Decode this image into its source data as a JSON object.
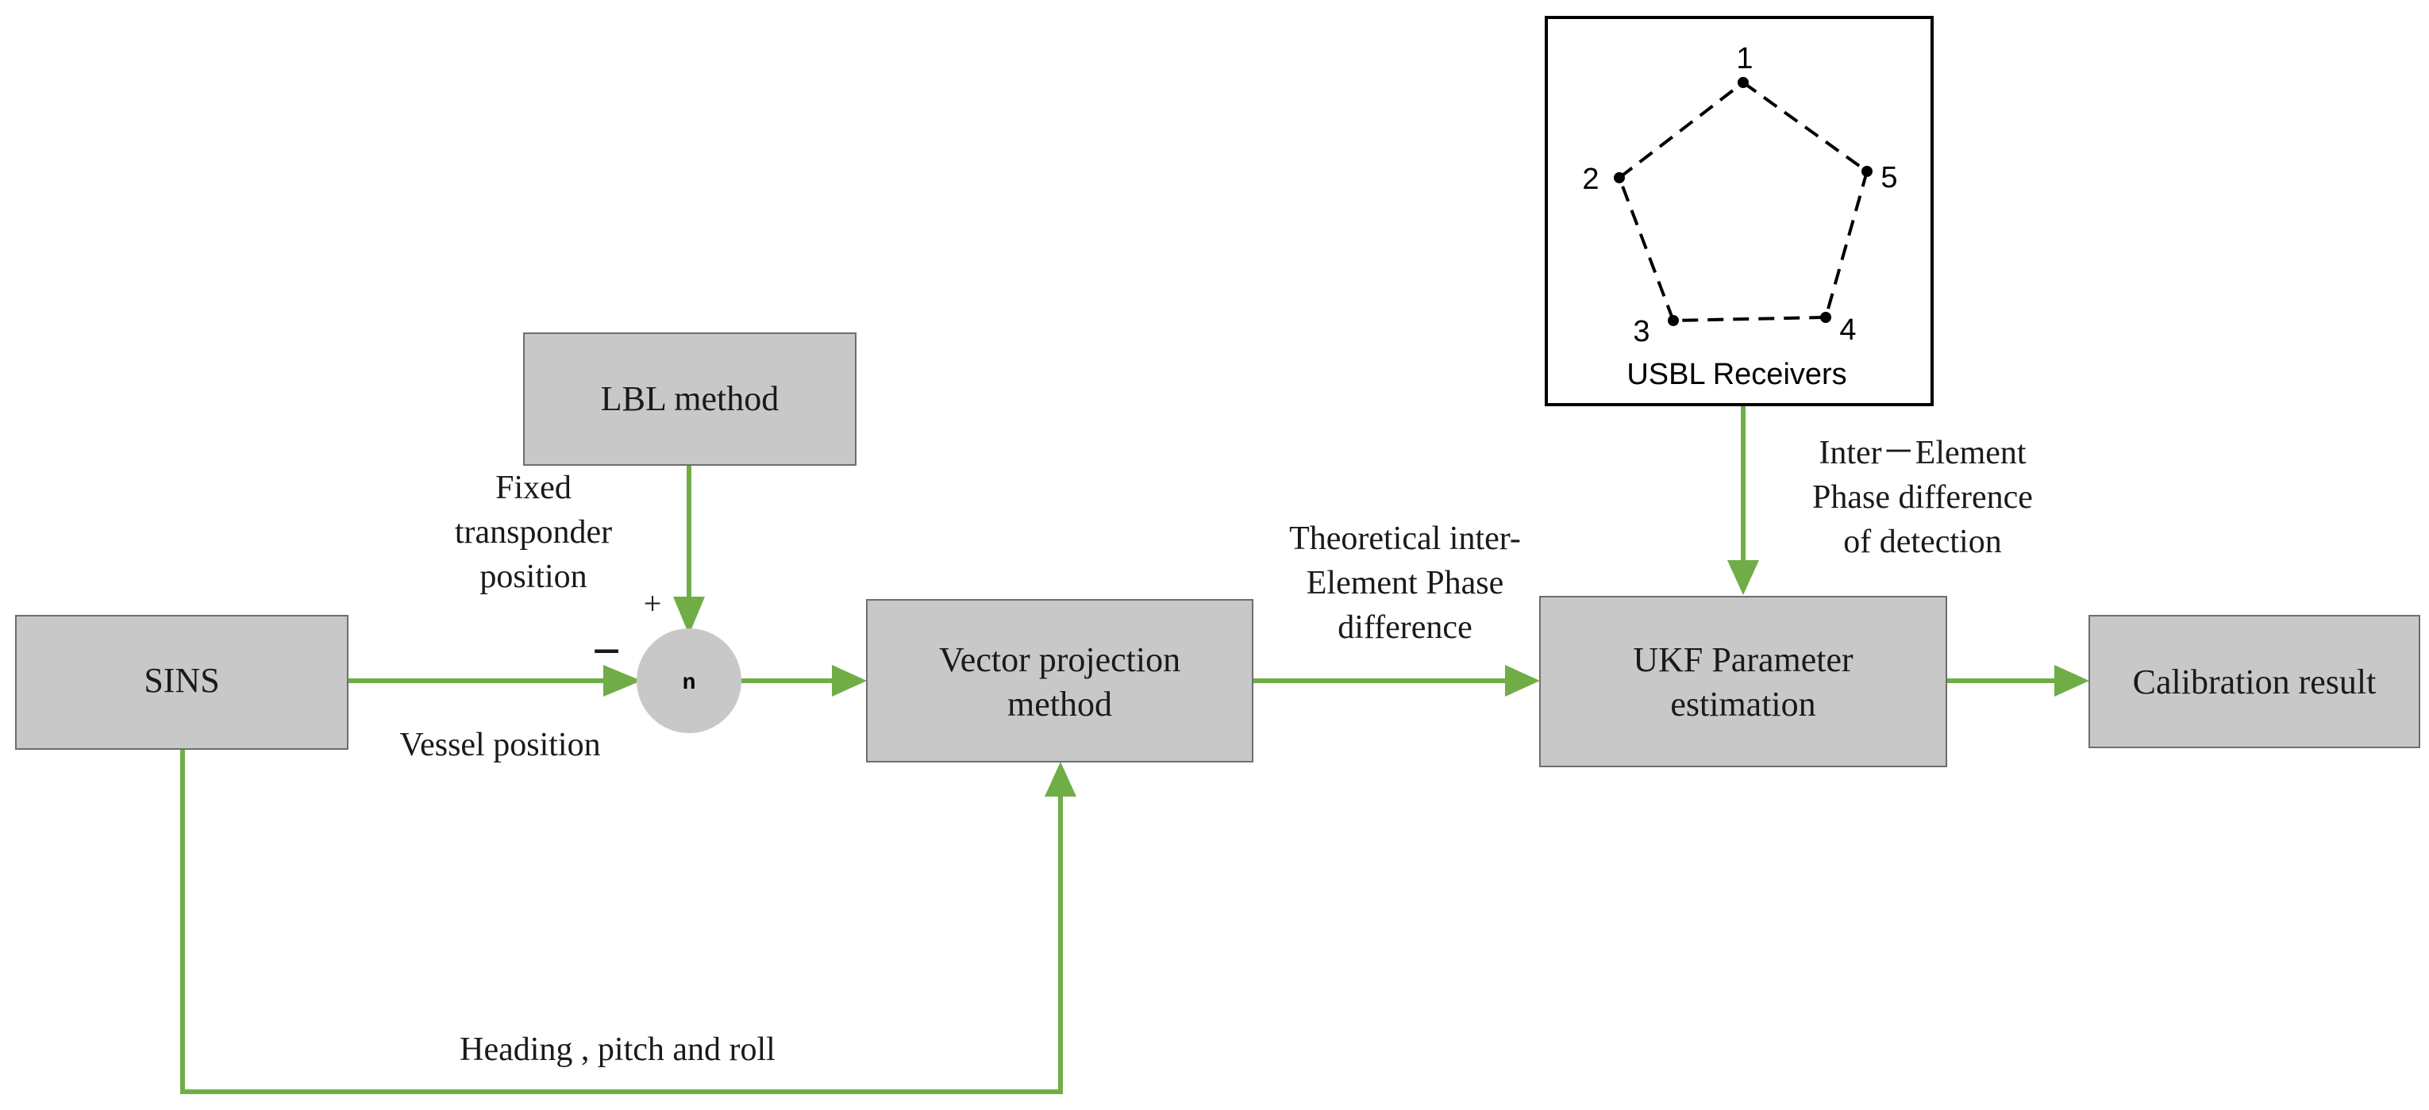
{
  "colors": {
    "box_fill": "#c8c8c8",
    "box_stroke": "#6e6e6e",
    "arrow": "#70ad47",
    "circle": "#c8c8c8"
  },
  "nodes": {
    "sins": "SINS",
    "lbl": "LBL method",
    "sum": "n",
    "vector": [
      "Vector projection",
      "method"
    ],
    "ukf": [
      "UKF Parameter",
      "estimation"
    ],
    "calib": "Calibration result",
    "usbl_title": "USBL Receivers"
  },
  "receivers": [
    "1",
    "2",
    "3",
    "4",
    "5"
  ],
  "signs": {
    "plus": "+",
    "minus": "−"
  },
  "edge_labels": {
    "fixed": [
      "Fixed",
      "transponder",
      "position"
    ],
    "vessel": "Vessel position",
    "theoretical": [
      "Theoretical inter-",
      "Element Phase",
      "difference"
    ],
    "detection": [
      "Inter－Element",
      "Phase difference",
      "of detection"
    ],
    "hpr": "Heading , pitch and roll"
  }
}
